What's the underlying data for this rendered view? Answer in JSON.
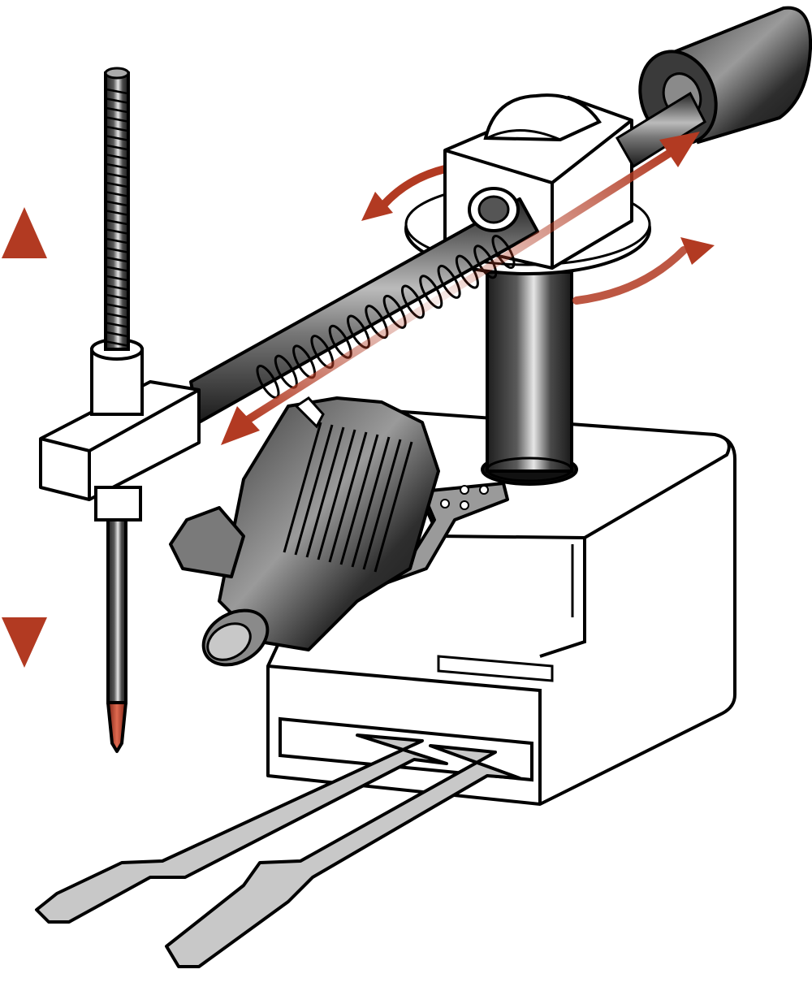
{
  "illustration": {
    "subject": "robotic-autosampler-arm",
    "motions": [
      "vertical-z",
      "horizontal-extension",
      "rotation"
    ],
    "colors": {
      "background": "#ffffff",
      "outline": "#000000",
      "arrow": "#b23a22",
      "metal_dark": "#2a2a2a",
      "metal_mid": "#6e6e6e",
      "metal_light": "#d8d8d8",
      "rail": "#c8c8c8",
      "tip": "#c8452c"
    }
  }
}
